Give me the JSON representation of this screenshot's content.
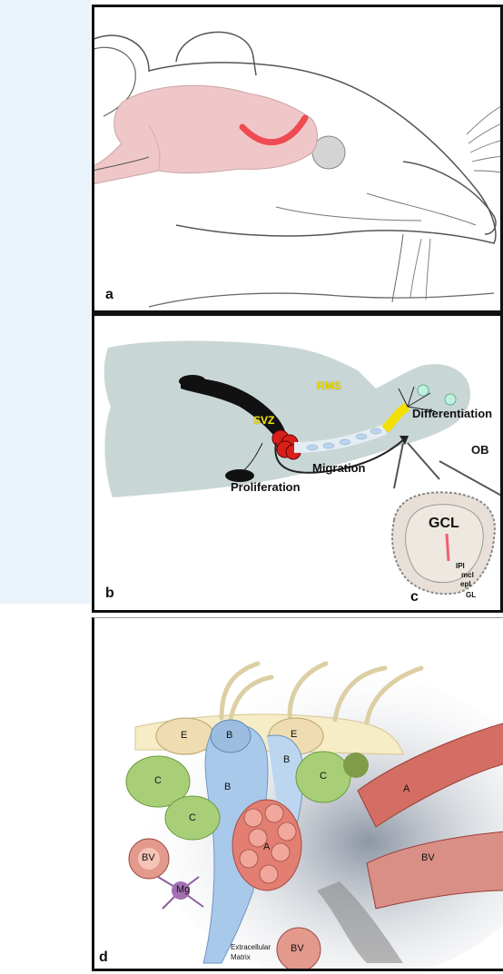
{
  "panels": {
    "a": {
      "letter": "a"
    },
    "b": {
      "letter": "b",
      "svz": "SVZ",
      "rms": "RMS",
      "differentiation": "Differentiation",
      "ob": "OB",
      "migration": "Migration",
      "proliferation": "Proliferation",
      "sub_letter": "c",
      "gcl": "GCL",
      "ipl": "IPl",
      "mcl": "mcl",
      "epl": "epl",
      "gl": "GL"
    },
    "d": {
      "letter": "d",
      "cells": {
        "e1": "E",
        "e2": "E",
        "b1": "B",
        "b2": "B",
        "b3": "B",
        "c1": "C",
        "c2": "C",
        "c3": "C",
        "a_cluster": "A",
        "a_vessel": "A",
        "bv1": "BV",
        "bv2": "BV",
        "bv3": "BV",
        "mg": "Mg",
        "ecm_line1": "Extracellular",
        "ecm_line2": "Matrix"
      }
    }
  },
  "colors": {
    "brain": "#f0c7c9",
    "rms_red": "#ee4b52",
    "section_gray": "#c9d6d6",
    "yellow": "#f3e000",
    "svz_red": "#d8201b"
  }
}
